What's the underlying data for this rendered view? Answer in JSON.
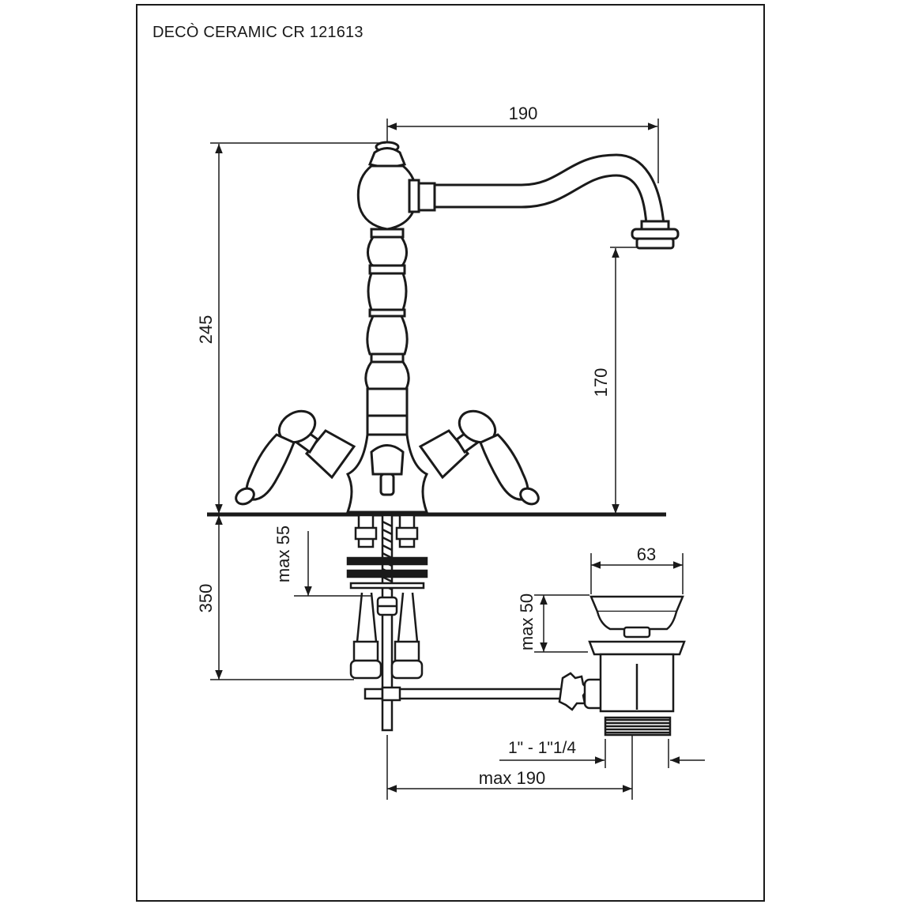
{
  "title": "DECÒ CERAMIC CR 121613",
  "dimensions": {
    "spout_reach": "190",
    "total_height": "245",
    "spout_height": "170",
    "under_deck_max": "max 55",
    "hose_length": "350",
    "drain_width": "63",
    "drain_height_max": "max 50",
    "drain_thread": "1\" - 1\"1/4",
    "drain_rod_reach": "max 190"
  },
  "colors": {
    "line": "#1a1a1a",
    "background": "#ffffff"
  }
}
